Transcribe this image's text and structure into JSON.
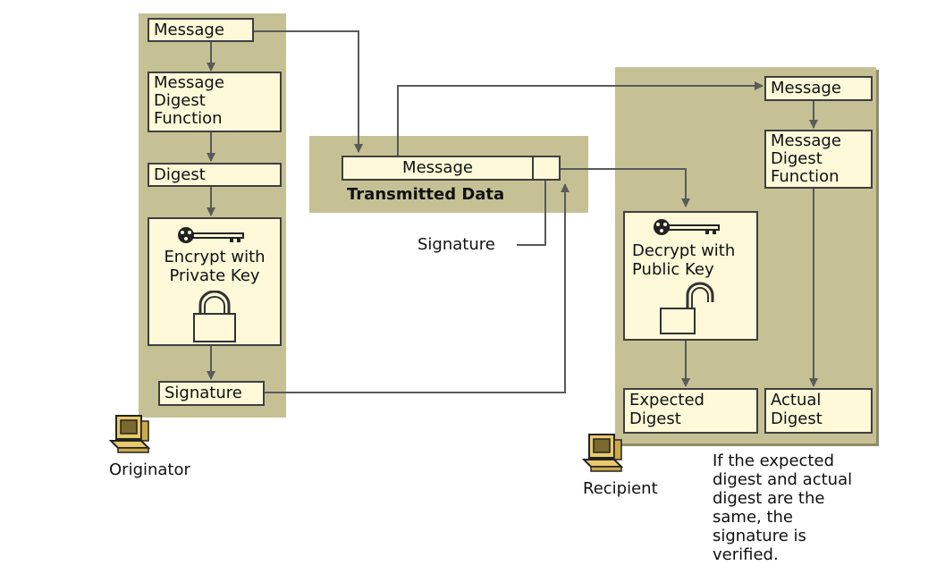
{
  "originator": {
    "message": "Message",
    "digest_function": "Message\nDigest\nFunction",
    "digest": "Digest",
    "encrypt": "Encrypt with\nPrivate Key",
    "signature": "Signature",
    "caption": "Originator"
  },
  "transmitted": {
    "message": "Message",
    "title": "Transmitted Data",
    "signature_callout": "Signature"
  },
  "recipient": {
    "message": "Message",
    "digest_function": "Message\nDigest\nFunction",
    "decrypt": "Decrypt with\nPublic Key",
    "expected_digest": "Expected\nDigest",
    "actual_digest": "Actual\nDigest",
    "caption": "Recipient",
    "note": "If the expected\ndigest and actual\ndigest are the\nsame, the\nsignature is\nverified."
  },
  "colors": {
    "panel": "#c5c195",
    "box": "#fdf9d9",
    "line": "#5a5a5a"
  },
  "icons": [
    "key-icon",
    "closed-lock-icon",
    "open-lock-icon",
    "computer-icon"
  ]
}
